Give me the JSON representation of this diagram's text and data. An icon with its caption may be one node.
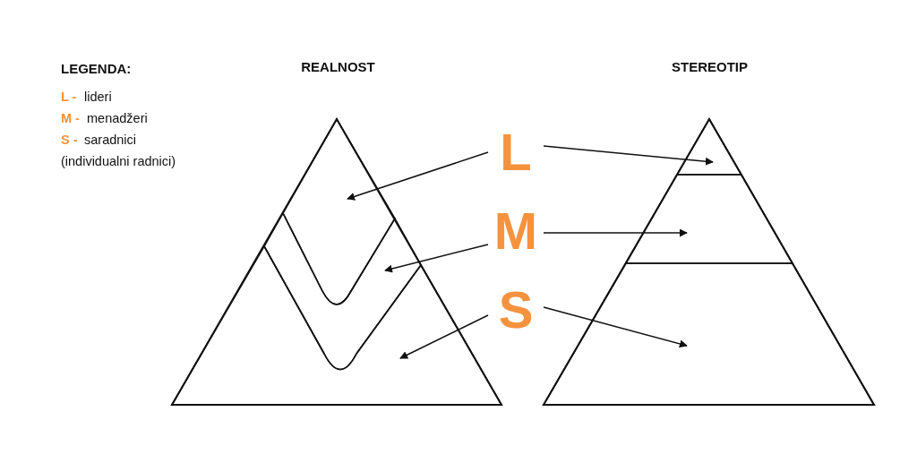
{
  "diagram": {
    "nodes": [
      {
        "text": [
          "REALNOST"
        ]
      },
      {
        "text": [
          "STEREOTIP"
        ]
      },
      {
        "text": [
          "L"
        ]
      },
      {
        "text": [
          "M"
        ]
      },
      {
        "text": [
          "S"
        ]
      },
      {
        "text": [],
        "shape": "band",
        "in": 0
      },
      {
        "text": [],
        "shape": "band",
        "in": 0
      },
      {
        "text": [],
        "shape": "band",
        "in": 0
      },
      {
        "text": [],
        "shape": "band",
        "in": 1
      },
      {
        "text": [],
        "shape": "band",
        "in": 1
      },
      {
        "text": [],
        "shape": "band",
        "in": 1
      }
    ],
    "edges": [
      {
        "from": 2,
        "to": 5,
        "arrow": "to"
      },
      {
        "from": 2,
        "to": 8,
        "arrow": "to"
      },
      {
        "from": 3,
        "to": 6,
        "arrow": "to"
      },
      {
        "from": 3,
        "to": 9,
        "arrow": "to"
      },
      {
        "from": 4,
        "to": 7,
        "arrow": "to"
      },
      {
        "from": 4,
        "to": 10,
        "arrow": "to"
      }
    ],
    "labels": [
      "LEGENDA:",
      "L -",
      "lideri",
      "M -",
      "menadžeri",
      "S -",
      "saradnici",
      "(individualni radnici)"
    ]
  }
}
